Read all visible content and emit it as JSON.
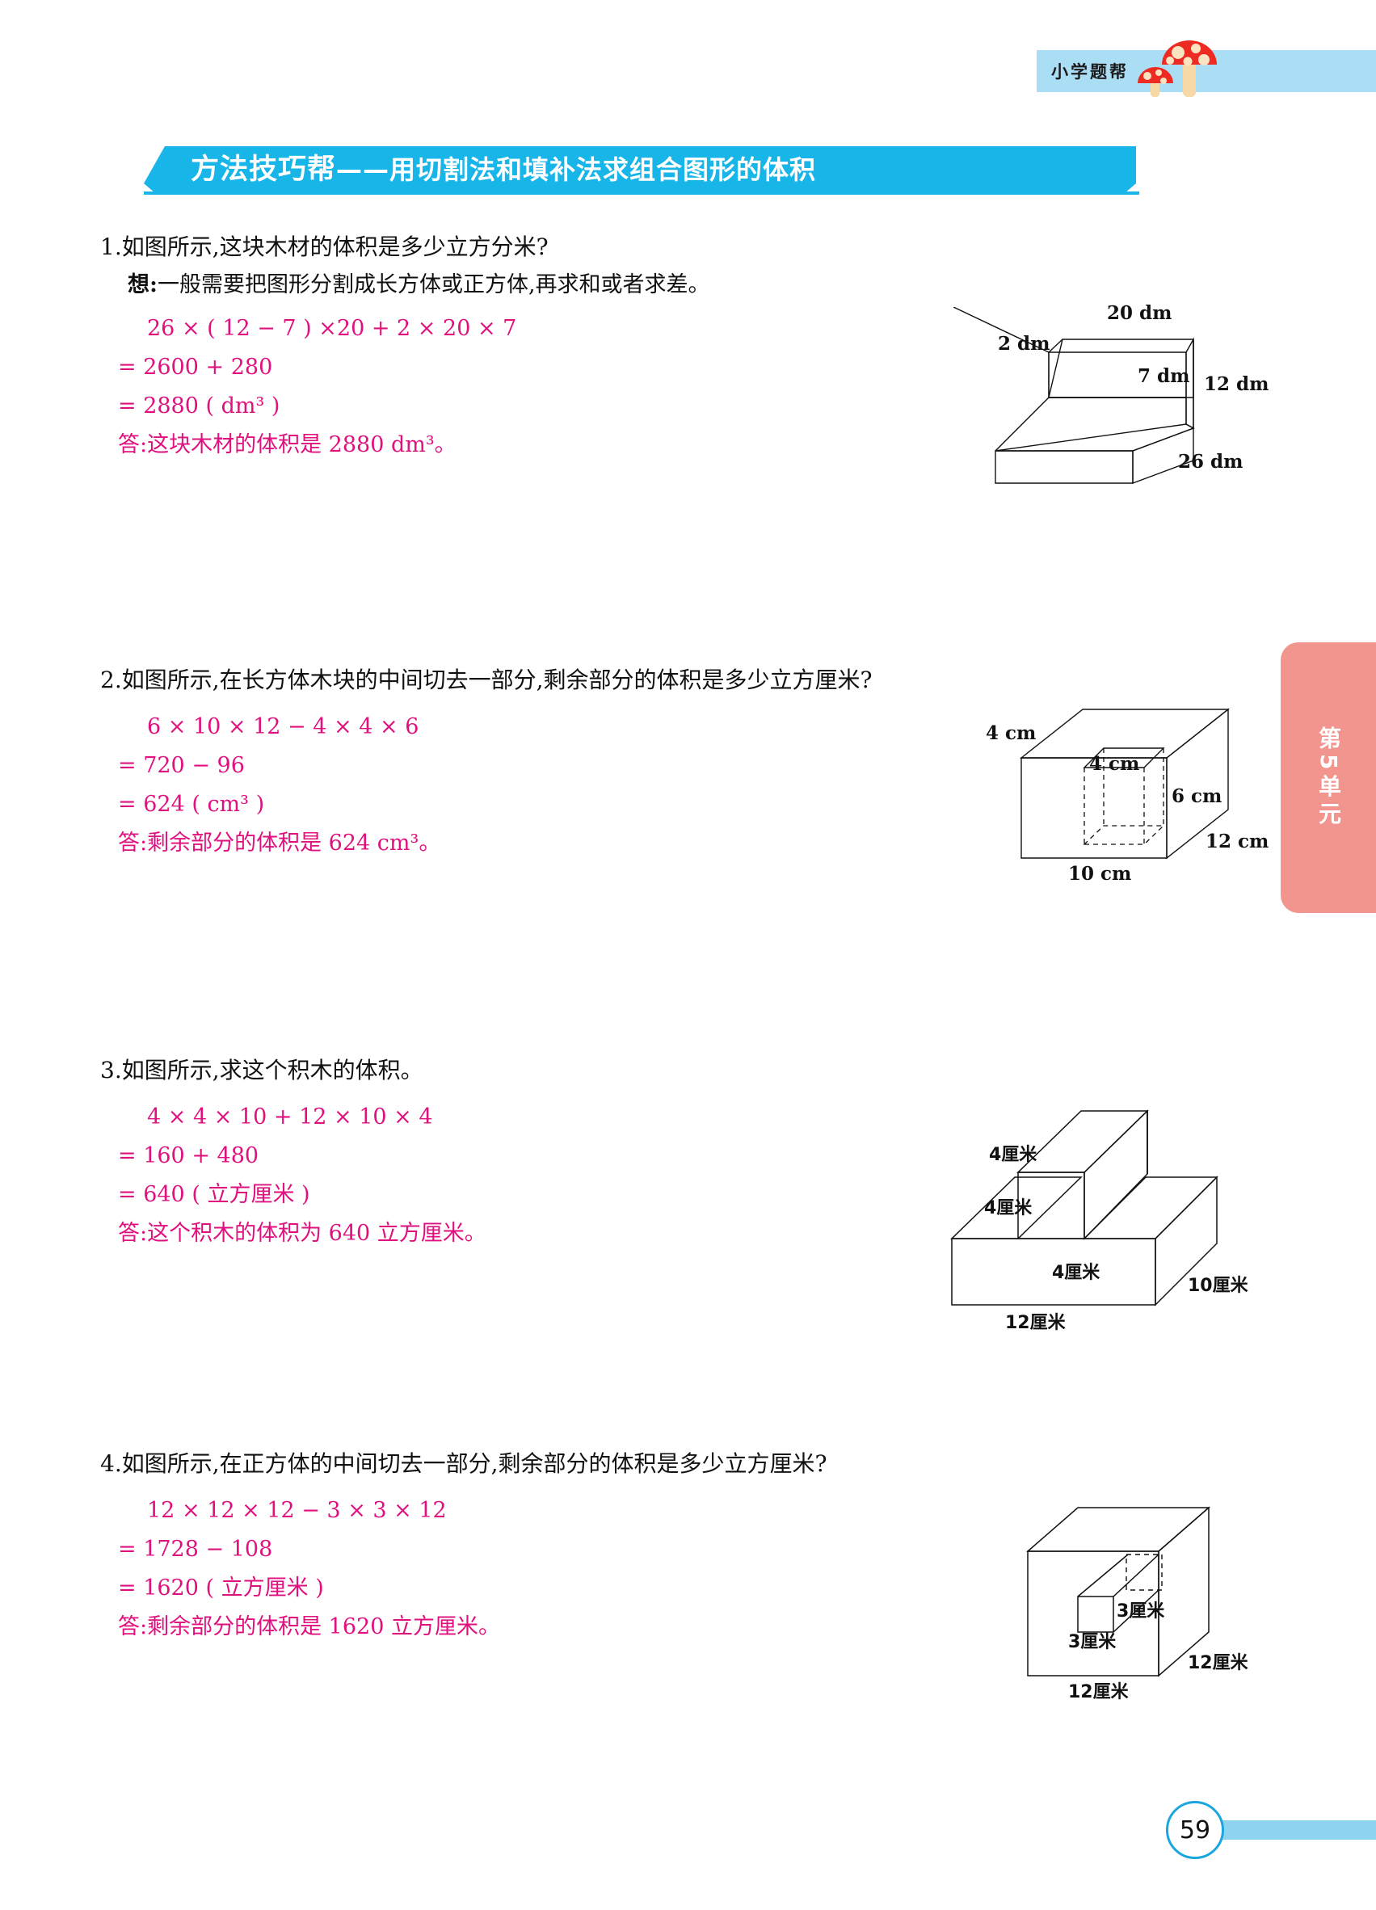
{
  "header": {
    "brand": "小学题帮",
    "decor_icon": "mushroom-icon"
  },
  "banner": {
    "title_main": "方法技巧帮",
    "title_dash": "——",
    "title_sub": "用切割法和填补法求组合图形的体积"
  },
  "side_tab": {
    "label": "第5单元"
  },
  "problems": [
    {
      "number": "1.",
      "question": "如图所示,这块木材的体积是多少立方分米?",
      "hint_label": "想:",
      "hint_text": "一般需要把图形分割成长方体或正方体,再求和或者求差。",
      "solution": [
        "26 × ( 12 − 7 ) ×20 + 2 × 20 × 7",
        "= 2600 + 280",
        "= 2880 ( dm³ )"
      ],
      "answer": "答:这块木材的体积是 2880 dm³。",
      "figure": {
        "name": "step-solid-figure",
        "labels": [
          "20 dm",
          "2 dm",
          "7 dm",
          "12 dm",
          "26 dm"
        ]
      }
    },
    {
      "number": "2.",
      "question": "如图所示,在长方体木块的中间切去一部分,剩余部分的体积是多少立方厘米?",
      "solution": [
        "6 × 10 × 12 − 4 × 4 × 6",
        "= 720 − 96",
        "= 624 ( cm³ )"
      ],
      "answer": "答:剩余部分的体积是 624 cm³。",
      "figure": {
        "name": "box-with-hole-figure",
        "labels": [
          "4 cm",
          "4 cm",
          "6 cm",
          "12 cm",
          "10 cm"
        ]
      }
    },
    {
      "number": "3.",
      "question": "如图所示,求这个积木的体积。",
      "solution": [
        "4 × 4 × 10 + 12 × 10 × 4",
        "= 160 + 480",
        "= 640 ( 立方厘米 )"
      ],
      "answer": "答:这个积木的体积为 640 立方厘米。",
      "figure": {
        "name": "staircase-block-figure",
        "labels": [
          "4厘米",
          "4厘米",
          "4厘米",
          "10厘米",
          "12厘米"
        ]
      }
    },
    {
      "number": "4.",
      "question": "如图所示,在正方体的中间切去一部分,剩余部分的体积是多少立方厘米?",
      "solution": [
        "12 × 12 × 12 − 3 × 3 × 12",
        "= 1728 − 108",
        "= 1620 ( 立方厘米 )"
      ],
      "answer": "答:剩余部分的体积是 1620 立方厘米。",
      "figure": {
        "name": "cube-with-square-hole-figure",
        "labels": [
          "3厘米",
          "3厘米",
          "12厘米",
          "12厘米"
        ]
      }
    }
  ],
  "footer": {
    "page_number": "59"
  },
  "colors": {
    "banner_blue": "#18b5e8",
    "header_blue": "#aadef5",
    "solution_pink": "#e0117f",
    "tab_salmon": "#f2958f"
  }
}
